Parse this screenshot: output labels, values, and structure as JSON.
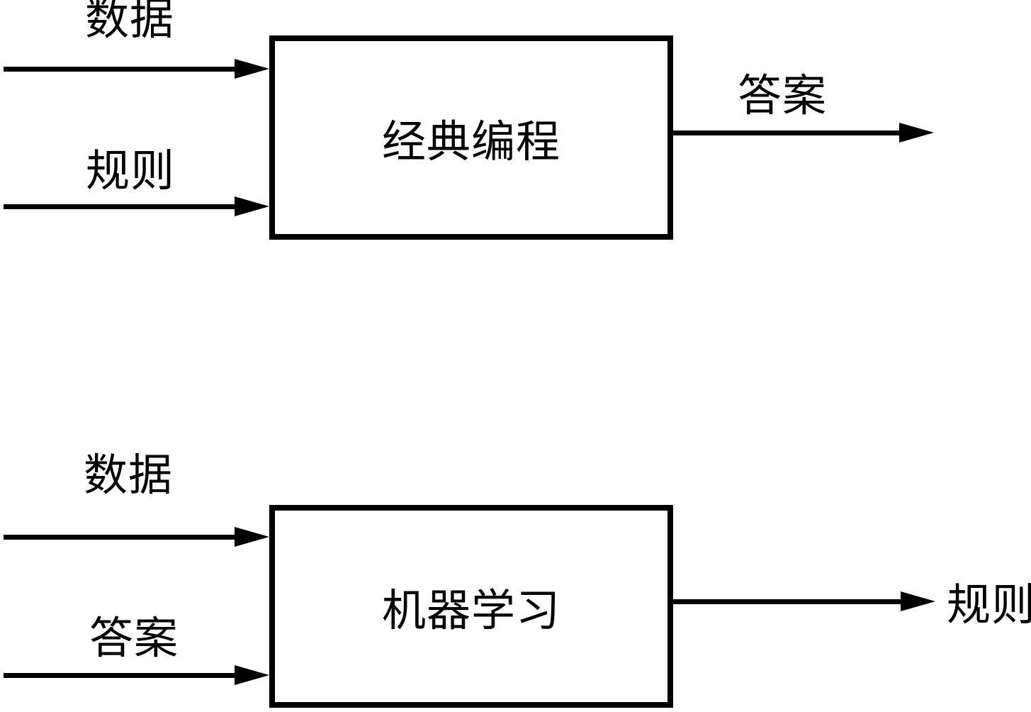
{
  "page": {
    "background_color": "#ffffff",
    "ink_color": "#000000"
  },
  "diagrams": [
    {
      "name": "classical-programming",
      "box_label": "经典编程",
      "input_labels": [
        "数据",
        "规则"
      ],
      "output_label": "答案"
    },
    {
      "name": "machine-learning",
      "box_label": "机器学习",
      "input_labels": [
        "数据",
        "答案"
      ],
      "output_label": "规则"
    }
  ]
}
